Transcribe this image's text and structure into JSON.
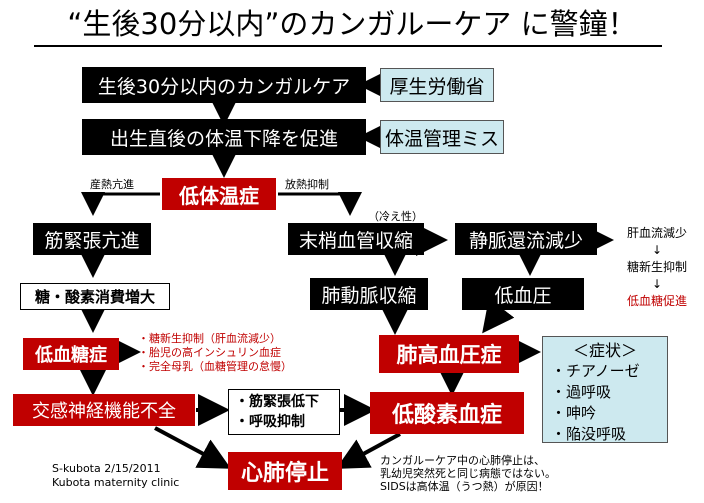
{
  "title": "“生後30分以内”のカンガルーケア に警鐘！",
  "nodes": {
    "kangaroo": "生後30分以内のカンガルケア",
    "mhlw": "厚生労働省",
    "temp_drop": "出生直後の体温下降を促進",
    "temp_mgmt": "体温管理ミス",
    "hypothermia": "低体温症",
    "muscle_tone": "筋緊張亢進",
    "vasoconstriction": "末梢血管収縮",
    "venous_return": "静脈還流減少",
    "sugar_oxygen": "糖・酸素消費増大",
    "pulm_artery": "肺動脈収縮",
    "hypotension": "低血圧",
    "hypoglycemia": "低血糖症",
    "pulm_htn": "肺高血圧症",
    "sympathetic": "交感神経機能不全",
    "hypoxemia": "低酸素血症",
    "arrest": "心肺停止"
  },
  "labels": {
    "heat_production": "産熱亢進",
    "heat_suppression": "放熱抑制",
    "cold": "（冷え性）"
  },
  "liver_chain": [
    "肝血流減少",
    "↓",
    "糖新生抑制",
    "↓",
    "低血糖促進"
  ],
  "hypoglycemia_causes": [
    "・糖新生抑制（肝血流減少）",
    "・胎児の高インシュリン血症",
    "・完全母乳（血糖管理の怠慢）"
  ],
  "middle_box": [
    "・筋緊張低下",
    "・呼吸抑制"
  ],
  "symptoms": {
    "title": "＜症状＞",
    "items": [
      "・チアノーゼ",
      "・過呼吸",
      "・呻吟",
      "・陥没呼吸"
    ]
  },
  "note": [
    "カンガルーケア中の心肺停止は、",
    "乳幼児突然死と同じ病態ではない。",
    "SIDSは高体温（うつ熱）が原因！"
  ],
  "credit": [
    "S-kubota  2/15/2011",
    "Kubota maternity clinic"
  ]
}
